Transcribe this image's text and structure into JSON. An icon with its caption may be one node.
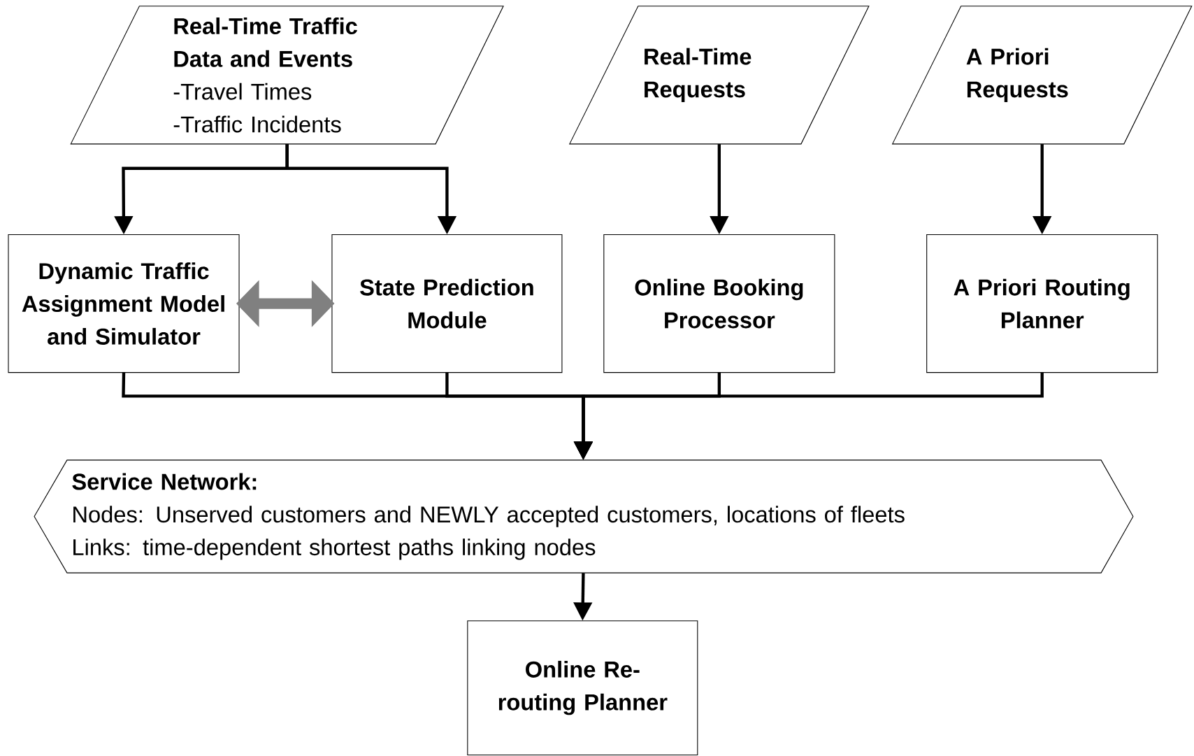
{
  "diagram": {
    "nodes": [
      {
        "text": [
          "Real-Time Traffic Data and Events",
          "-Travel Times",
          "-Traffic Incidents"
        ]
      },
      {
        "text": [
          "Real-Time Requests"
        ]
      },
      {
        "text": [
          "A Priori Requests"
        ]
      },
      {
        "text": [
          "Dynamic Traffic Assignment Model and Simulator"
        ]
      },
      {
        "text": [
          "State Prediction Module"
        ]
      },
      {
        "text": [
          "Online Booking Processor"
        ]
      },
      {
        "text": [
          "A Priori Routing Planner"
        ]
      },
      {
        "text": [
          "Service Network:",
          "Nodes: Unserved customers and NEWLY accepted customers, locations of fleets",
          "Links: time-dependent shortest paths linking nodes"
        ]
      },
      {
        "text": [
          "Online Re-routing Planner"
        ]
      }
    ],
    "edges": [
      {
        "from": 0,
        "to": 3,
        "arrow": "to"
      },
      {
        "from": 0,
        "to": 4,
        "arrow": "to"
      },
      {
        "from": 1,
        "to": 5,
        "arrow": "to"
      },
      {
        "from": 2,
        "to": 6,
        "arrow": "to"
      },
      {
        "from": 3,
        "to": 4,
        "arrow": "both",
        "style": "thick",
        "color": "#808080"
      },
      {
        "from": 3,
        "to": 7,
        "arrow": "to"
      },
      {
        "from": 4,
        "to": 7,
        "arrow": "to"
      },
      {
        "from": 5,
        "to": 7,
        "arrow": "to"
      },
      {
        "from": 6,
        "to": 7,
        "arrow": "to"
      },
      {
        "from": 7,
        "to": 8,
        "arrow": "to"
      }
    ]
  }
}
